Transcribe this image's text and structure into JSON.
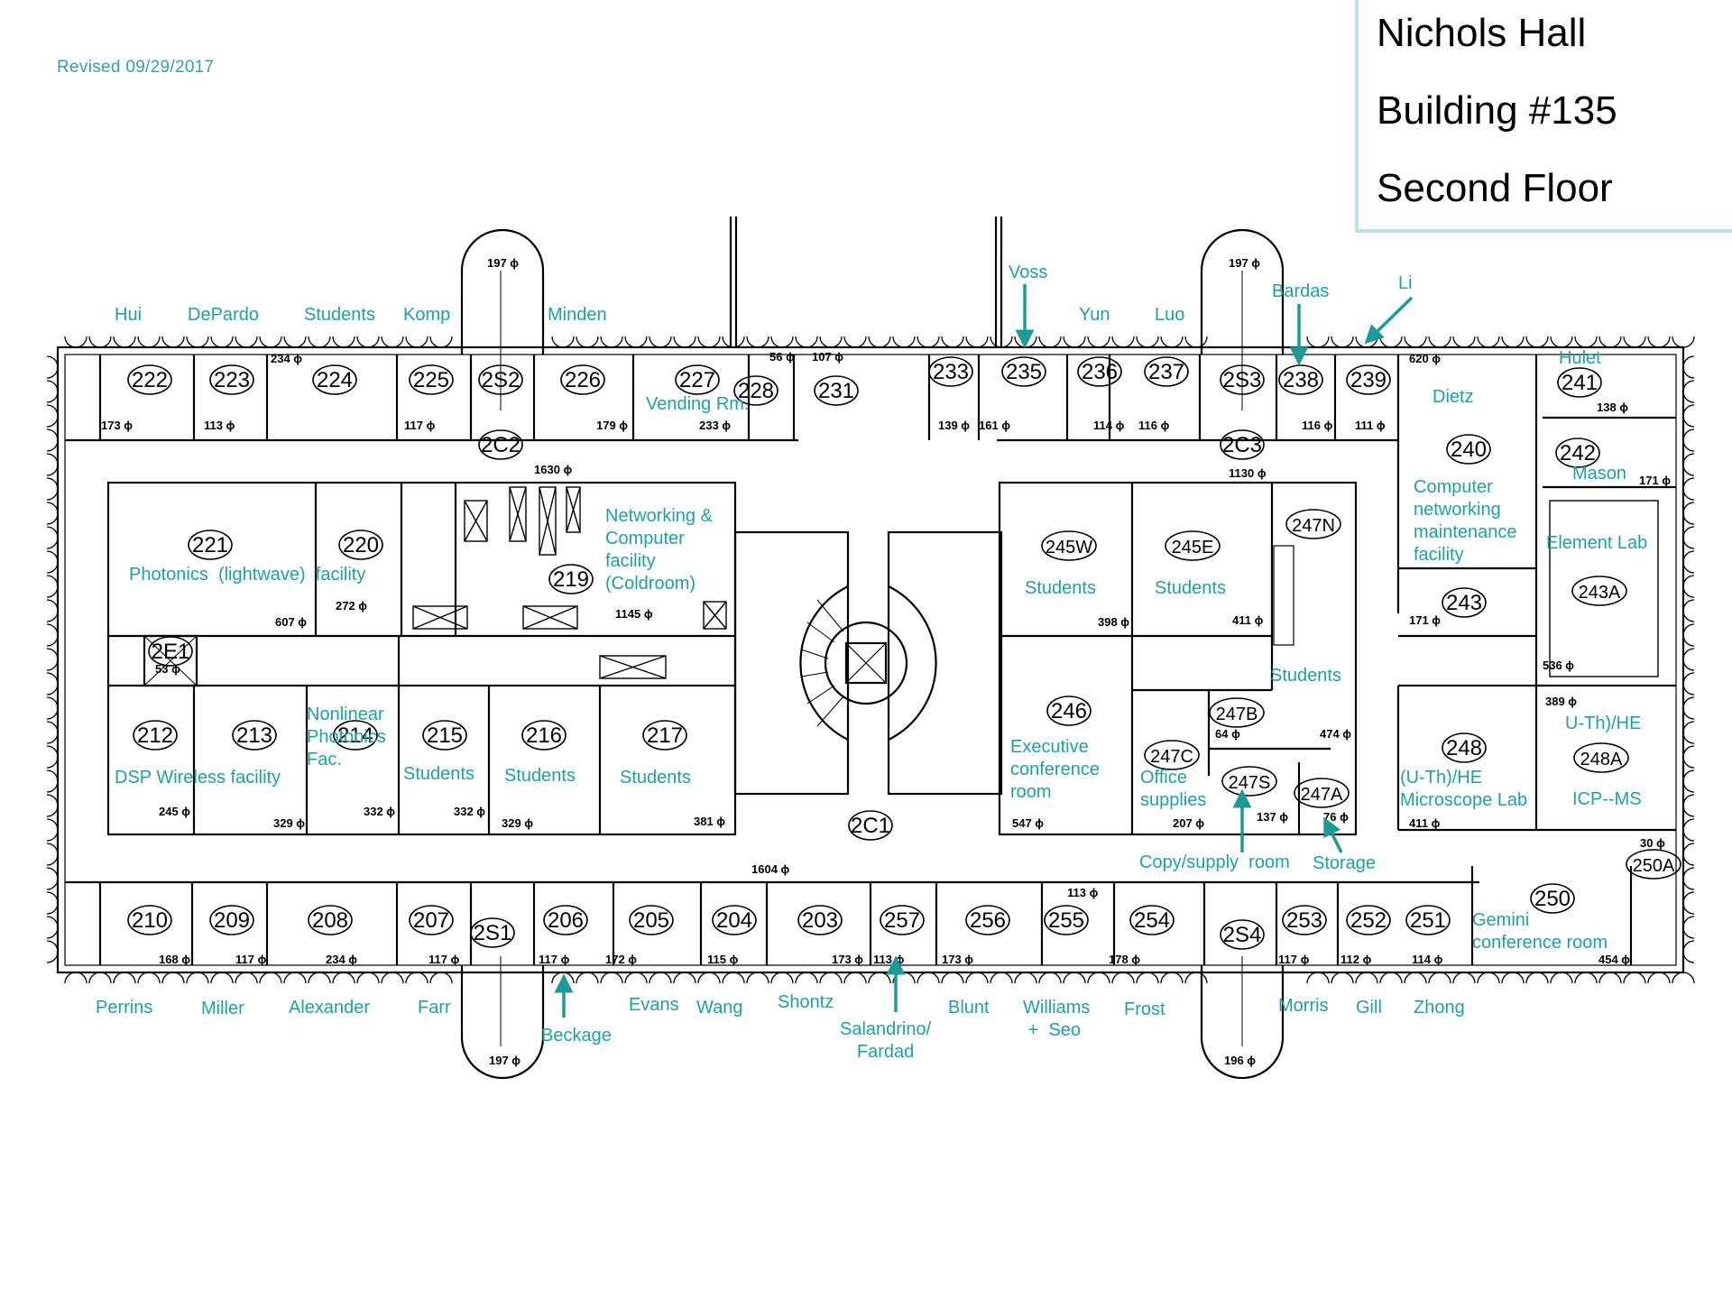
{
  "revised": "Revised  09/29/2017",
  "title": {
    "building_name": "Nichols Hall",
    "building_number": "Building #135",
    "floor": "Second Floor"
  },
  "colors": {
    "label": "#1aa3a3",
    "line": "#000000",
    "title_border": "#b9e0e4"
  },
  "rooms": {
    "r222": "222",
    "r223": "223",
    "r224": "224",
    "r225": "225",
    "r2S2": "2S2",
    "r226": "226",
    "r227": "227",
    "r228": "228",
    "r231": "231",
    "r233": "233",
    "r235": "235",
    "r236": "236",
    "r237": "237",
    "r2S3": "2S3",
    "r238": "238",
    "r239": "239",
    "r240": "240",
    "r241": "241",
    "r242": "242",
    "r243": "243",
    "r243A": "243A",
    "r2C2": "2C2",
    "r2C3": "2C3",
    "r2C1": "2C1",
    "r221": "221",
    "r220": "220",
    "r219": "219",
    "r2E1": "2E1",
    "r212": "212",
    "r213": "213",
    "r214": "214",
    "r215": "215",
    "r216": "216",
    "r217": "217",
    "r245W": "245W",
    "r245E": "245E",
    "r247N": "247N",
    "r246": "246",
    "r247B": "247B",
    "r247C": "247C",
    "r247S": "247S",
    "r247A": "247A",
    "r248": "248",
    "r248A": "248A",
    "r250A": "250A",
    "r250": "250",
    "r210": "210",
    "r209": "209",
    "r208": "208",
    "r207": "207",
    "r2S1": "2S1",
    "r206": "206",
    "r205": "205",
    "r204": "204",
    "r203": "203",
    "r257": "257",
    "r256": "256",
    "r255": "255",
    "r254": "254",
    "r2S4": "2S4",
    "r253": "253",
    "r252": "252",
    "r251": "251"
  },
  "areas": {
    "a222": "173",
    "a223": "113",
    "a224": "234",
    "a225": "117",
    "a2S2": "197",
    "a226": "179",
    "a227": "233",
    "a228": "56",
    "a231": "107",
    "a233": "139",
    "a235": "161",
    "a236": "114",
    "a237": "116",
    "a2S3": "197",
    "a238": "116",
    "a239": "111",
    "a240": "620",
    "a241": "138",
    "a242": "171",
    "a2C2": "1630",
    "a2C3": "1130",
    "a221": "607",
    "a220": "272",
    "a219": "1145",
    "a2E1": "53",
    "a243": "171",
    "a243A": "536",
    "a245W": "398",
    "a245E": "411",
    "a247N": "474",
    "a247B": "64",
    "a246": "547",
    "a247C": "207",
    "a247S": "137",
    "a247A": "76",
    "a248A": "389",
    "a248": "411",
    "a250A": "30",
    "a250": "454",
    "a212": "245",
    "a213": "329",
    "a214": "332",
    "a215": "332",
    "a216": "329",
    "a217": "381",
    "a2C1": "1604",
    "a210": "168",
    "a209": "117",
    "a208": "234",
    "a207": "117",
    "a2S1": "197",
    "a206": "117",
    "a205": "172",
    "a204": "115",
    "a203": "173",
    "a257": "113",
    "a256": "173",
    "a255": "113",
    "a254": "178",
    "a2S4": "196",
    "a253": "117",
    "a252": "112",
    "a251": "114"
  },
  "labels": {
    "hui": "Hui",
    "depardo": "DePardo",
    "students_224": "Students",
    "komp": "Komp",
    "minden": "Minden",
    "voss": "Voss",
    "yun": "Yun",
    "luo": "Luo",
    "bardas": "Bardas",
    "li": "Li",
    "hulet": "Hulet",
    "dietz": "Dietz",
    "mason": "Mason",
    "vending": "Vending Rm.",
    "networking": "Networking &\nComputer\nfacility\n(Coldroom)",
    "photonics": "Photonics  (lightwave)  facility",
    "cnmf": "Computer\nnetworking\nmaintenance\nfacility",
    "element_lab": "Element Lab",
    "students_245w": "Students",
    "students_245e": "Students",
    "students_247n": "Students",
    "exec_conf": "Executive\nconference\nroom",
    "office_supplies": "Office\nsupplies",
    "copy_supply": "Copy/supply  room",
    "storage": "Storage",
    "uth_he_248a": "U-Th)/HE",
    "icp_ms": "ICP--MS",
    "microscope_lab": "(U-Th)/HE\nMicroscope Lab",
    "gemini": "Gemini\nconference room",
    "nonlinear": "Nonlinear\nPhotonics\nFac.",
    "dsp": "DSP Wireless facility",
    "students_215": "Students",
    "students_216": "Students",
    "students_217": "Students",
    "perrins": "Perrins",
    "miller": "Miller",
    "alexander": "Alexander",
    "farr": "Farr",
    "beckage": "Beckage",
    "evans": "Evans",
    "wang": "Wang",
    "shontz": "Shontz",
    "salandrino": "Salandrino/\nFardad",
    "blunt": "Blunt",
    "williams": "Williams\n +  Seo",
    "frost": "Frost",
    "morris": "Morris",
    "gill": "Gill",
    "zhong": "Zhong"
  }
}
